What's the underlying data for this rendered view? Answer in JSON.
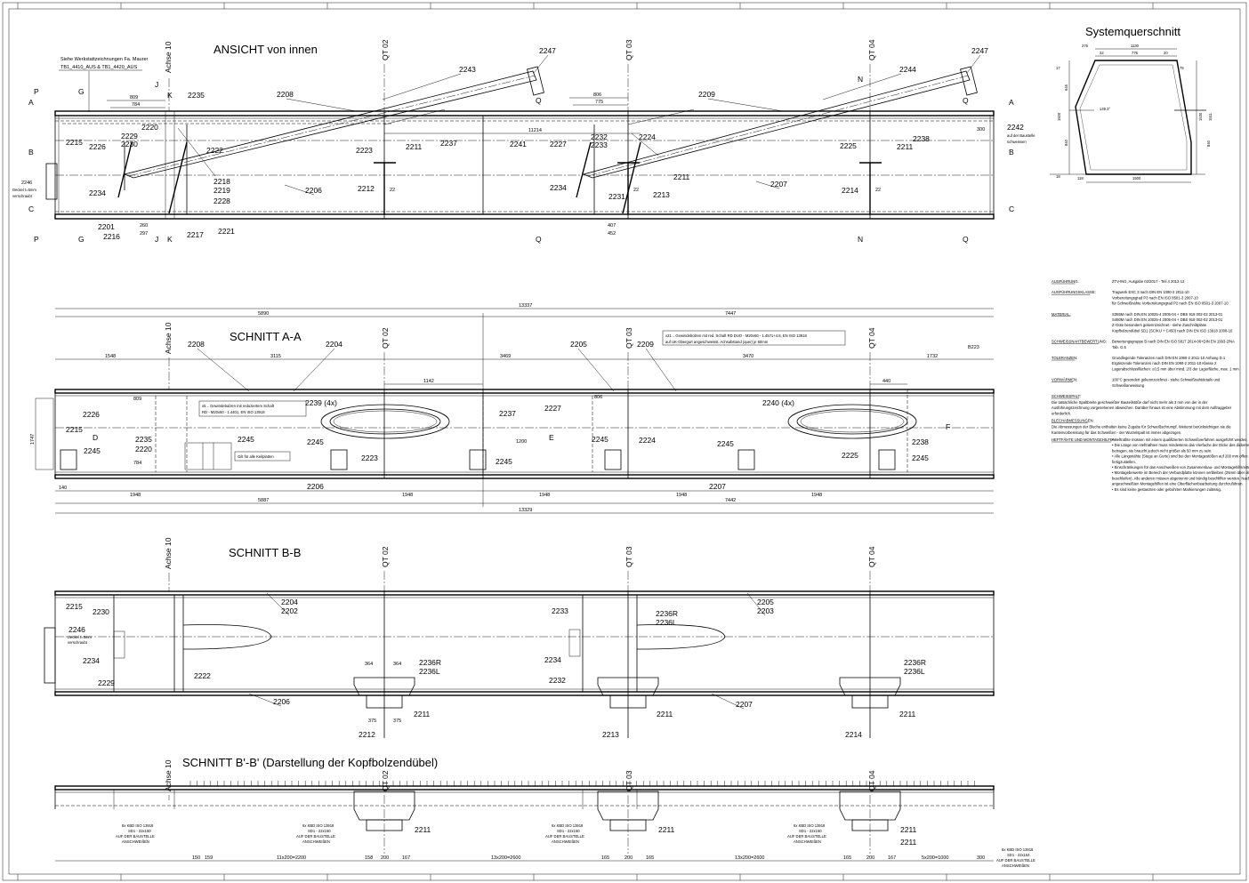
{
  "views": {
    "ansicht": {
      "title": "ANSICHT von innen"
    },
    "schnitt_aa": {
      "title": "SCHNITT A-A"
    },
    "schnitt_bb": {
      "title": "SCHNITT B-B"
    },
    "schnitt_b2": {
      "title": "SCHNITT B'-B' (Darstellung der Kopfbolzendübel)"
    },
    "system": {
      "title": "Systemquerschnitt"
    }
  },
  "axes": {
    "achse10": "Achse 10",
    "qt02": "QT 02",
    "qt03": "QT 03",
    "qt04": "QT 04"
  },
  "ansicht_labels": {
    "p2247a": "2247",
    "p2247b": "2247",
    "p2243": "2243",
    "p2244": "2244",
    "p2208": "2208",
    "p2209": "2209",
    "p2235": "2235",
    "p2220": "2220",
    "p2229": "2229",
    "p2230": "2230",
    "p2226": "2226",
    "p2222": "2222",
    "p2215": "2215",
    "p2246": "2246",
    "p2234": "2234",
    "p2218": "2218",
    "p2219": "2219",
    "p2228": "2228",
    "p2201": "2201",
    "p2216": "2216",
    "p2217": "2217",
    "p2221": "2221",
    "p2206": "2206",
    "p2211a": "2211",
    "p2237": "2237",
    "p2223": "2223",
    "p2212": "2212",
    "p2241": "2241",
    "p2227": "2227",
    "p2233": "2233",
    "p2224": "2224",
    "p2232": "2232",
    "p2234b": "2234",
    "p2231": "2231",
    "p2213": "2213",
    "p2211b": "2211",
    "p2207": "2207",
    "p2225": "2225",
    "p2211c": "2211",
    "p2238": "2238",
    "p2214": "2214",
    "p2242": "2242",
    "note1": "Siehe Werkstattzeichnungen Fa. Maurer",
    "note2": "TB1_4410_AUS & TB1_4420_AUS",
    "deckel1": "Deckel t=5mm",
    "deckel2": "verschraubt",
    "baustelle1": "auf der Baustelle",
    "baustelle2": "schweissen",
    "d809": "809",
    "d784": "784",
    "d806": "806",
    "d775": "775",
    "d11214": "11214",
    "d260": "260",
    "d297": "297",
    "d407": "407",
    "d452": "452",
    "d300": "300",
    "d22a": "22",
    "d22b": "22",
    "d22c": "22",
    "secP": "P",
    "secG": "G",
    "secJ": "J",
    "secK": "K",
    "secQ": "Q",
    "secN": "N",
    "secA": "A",
    "secB": "B",
    "secC": "C"
  },
  "aa_labels": {
    "dim5890": "5890",
    "dim13337": "13337",
    "dim7447": "7447",
    "dim1548": "1548",
    "dim3115": "3115",
    "dim3469": "3469",
    "dim3470": "3470",
    "dim1732": "1732",
    "dim1142": "1142",
    "dim440": "440",
    "dim809": "809",
    "dim806": "806",
    "dim784": "784",
    "dim1200": "1200",
    "dim140": "140",
    "dim1948a": "1948",
    "dim1948b": "1948",
    "dim1948c": "1948",
    "dim1948d": "1948",
    "dim1948e": "1948",
    "dim5887": "5887",
    "dim7442": "7442",
    "dim13329": "13329",
    "dim1747": "1747",
    "p2208": "2208",
    "p2204": "2204",
    "p2205": "2205",
    "p2209": "2209",
    "p2226": "2226",
    "p2215": "2215",
    "p2245a": "2245",
    "p2235": "2235",
    "p2220": "2220",
    "p2245b": "2245",
    "p2239": "2239 (4x)",
    "p2237": "2237",
    "p2245c": "2245",
    "p2223": "2223",
    "p2227": "2227",
    "p2245d": "2245",
    "p2224": "2224",
    "p2206": "2206",
    "p2207": "2207",
    "p2240": "2240 (4x)",
    "p2245e": "2245",
    "p2225": "2225",
    "p2238": "2238",
    "p2245f": "2245",
    "p2245g": "2245",
    "pB223": "B223",
    "note_gb1": "x5 .. Gewindebolzen mit reduziertem Schaft",
    "note_gb2": "RD - M20x60 - 1.4401, EN ISO 13918",
    "note_gilt": "Gilt für alle Keilplatten",
    "note_top1": "x21 .. Gewindebolzen mit red. Schaft RD DUO - M20x60 - 1.4571+4.8, EN ISO 13918",
    "note_top2": "auf UK-Obergurt angeschweisst, Achsabstand (quer) je 60mm",
    "secD": "D",
    "secE": "E",
    "secF": "F"
  },
  "bb_labels": {
    "p2215": "2215",
    "p2230": "2230",
    "p2246": "2246",
    "deckel1": "Deckel t=5mm",
    "deckel2": "verschraubt",
    "p2234": "2234",
    "p2229": "2229",
    "p2222": "2222",
    "p2204": "2204",
    "p2202": "2202",
    "p2206": "2206",
    "p2233": "2233",
    "p2236R": "2236R",
    "p2236L": "2236L",
    "p2234b": "2234",
    "p2232": "2232",
    "p2205": "2205",
    "p2203": "2203",
    "p2207": "2207",
    "p2236Rb": "2236R",
    "p2236Lb": "2236L",
    "p2236Rc": "2236R",
    "p2236Lc": "2236L",
    "p2211a": "2211",
    "p2211b": "2211",
    "p2211c": "2211",
    "p2212": "2212",
    "p2213": "2213",
    "p2214": "2214",
    "d364": "364",
    "d375": "375"
  },
  "b2_labels": {
    "kbd1a": "8x KBD ISO 13918",
    "kbd1b": "SD1 - 22x150",
    "kbd1c": "AUF DER BAUSTELLE",
    "kbd1d": "ANSCHWEIßEN",
    "kbd2a": "6x KBD ISO 13918",
    "kbd2b": "SD1 - 22x150",
    "kbd2c": "AUF DER BAUSTELLE",
    "kbd2d": "ANSCHWEIßEN",
    "kbd3a": "6x KBD ISO 13918",
    "kbd3b": "SD1 - 22x150",
    "kbd3c": "AUF DER BAUSTELLE",
    "kbd3d": "ANSCHWEIßEN",
    "kbd4a": "6x KBD ISO 13918",
    "kbd4b": "SD1 - 22x150",
    "kbd4c": "AUF DER BAUSTELLE",
    "kbd4d": "ANSCHWEIßEN",
    "kbd5a": "6x KBD ISO 13918",
    "kbd5b": "SD1 - 22x154",
    "kbd5c": "AUF DER BAUSTELLE",
    "kbd5d": "ANSCHWEIßEN",
    "p2211a": "2211",
    "p2211b": "2211",
    "p2211c": "2211",
    "p2211d": "2211",
    "d150": "150",
    "d159": "159",
    "d11x200": "11x200=2200",
    "d13x200": "13x200=2600",
    "d13x200b": "13x200=2600",
    "d5x200": "5x200=1000",
    "d300": "300",
    "d158": "158",
    "d200": "200",
    "d167": "167",
    "d165": "165"
  },
  "system_labels": {
    "d276": "276",
    "d1130": "1130",
    "d32": "32",
    "d776": "776",
    "d20": "20",
    "d1500": "1500",
    "d118": "118",
    "d645": "645",
    "d840": "840",
    "d1530": "1530",
    "d1511": "1511",
    "a149": "149.3°",
    "d17": "17",
    "d18": "18",
    "d75": "75"
  },
  "specs": [
    {
      "key": "AUSFÜHRUNG:",
      "lines": [
        "ZTV-ING, Ausgabe 02/2017 - Teil 4 2012-12"
      ]
    },
    {
      "key": "AUSFÜHRUNGSKLASSE:",
      "lines": [
        "Tragwerk EXC 3 nach DIN EN 1090-2 2011-10",
        "Vorbereitungsgrad P3 nach EN ISO 8501-3 2007-10",
        "für Schweißnähte Vorbereitungsgrad P2 nach EN ISO 8501-3 2007-10"
      ]
    },
    {
      "key": "MATERIAL:",
      "lines": [
        "S355M nach DIN EN 10025-4 2005-04 + DBS 918 002-02 2013-01",
        "S460M nach DIN EN 10025-4 2005-04 + DBS 918 002-02 2013-01",
        "Z-Güte besonders gekennzeichnet - siehe Zuschnittpläne",
        "Kopfbolzendübel SD1 (SC/KU + C450) nach DIN EN ISO 13918 2008-10"
      ]
    },
    {
      "key": "SCHWEISSNAHTBEWERTUNG:",
      "lines": [
        "Bewertungsgruppe B nach DIN EN ISO 5817 2014-06+DIN EN 1993-2/NA",
        "Tab. G.5"
      ]
    },
    {
      "key": "TOLERANZEN:",
      "lines": [
        "Grundlegende Toleranzen nach DIN EN 1090-2 2011-10 Anhang D.1",
        "Ergänzende Toleranzen nach DIN EN 1090-2 2011-10 Klasse 2",
        "Lagerabschlussflächen: ≤0,5 mm über mind. 2/3 der Lagerfläche, max. 1 mm"
      ]
    },
    {
      "key": "VORWÄRMEN:",
      "lines": [
        "100°C gesondert gekennzeichnet - siehe Schweißnahtdetails und",
        "Schweißanweisung"
      ]
    },
    {
      "key": "SCHWEISSPALT:",
      "lines": [
        "Die tatsächliche Spaltbreite geschweißter Bauteilstöße darf nicht mehr als 3 mm von der in der",
        "Ausführungszeichnung vorgesehenen abweichen. Darüber hinaus ist eine Abstimmung mit dem Auftraggeber",
        "erforderlich."
      ]
    },
    {
      "key": "BLECHABMESSUNGEN:",
      "lines": [
        "Die Abmessungen der Bleche enthalten keine Zugabe für Schweißschrumpf. Weiterst berücksichtigen sie die",
        "Kantenvorbereitung für das Schweißen - der Wurzelspalt ist immer abgezogen."
      ]
    },
    {
      "key": "HEFTFÄHTE UND MONTAGEHILFEN:",
      "lines": [
        "• Heftnähte müssen mit einem qualifizierten Schweißverfahren ausgeführt werden.",
        "• Die Länge von Heftnähten muss mindestens das Vierfache der Dicke des dickeren zu verbindenden Teils",
        "  betragen, sie braucht jedoch nicht größer als 50 mm zu sein.",
        "• Alle Längsnähte (Stege an Gurte) sind bei den Montagestößen auf 200 mm offen zu lassen und erst bauseits",
        "  fertigzustellen.",
        "• Einschränkungen für das Anschweißen von Zusammenbau- und Montagehilfsmitteln: keine",
        "• Montagebeiwerte im Bereich der Verbundplatte können verbleiben (25mm über dem Anschluss abtrennen und",
        "  beschleifen). Alle anderen müssen abgetrennt und bündig beschliffen werden. Nach dem Entfernen von",
        "  angeschweißten Montagehilfen ist eine Oberflächenbearbeitung durchzuführen.",
        "• Es sind keine gestanzten oder gebohrten Markierungen zulässig."
      ]
    }
  ]
}
